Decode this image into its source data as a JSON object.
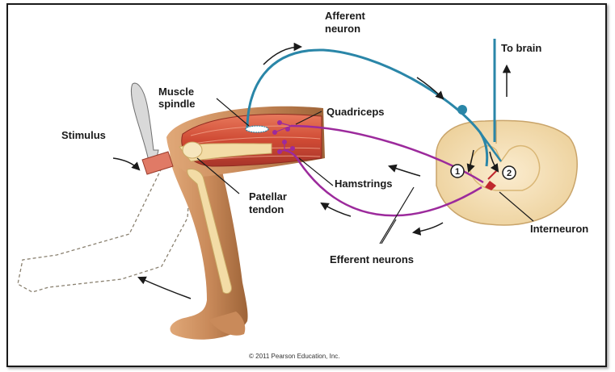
{
  "labels": {
    "afferent_line1": "Afferent",
    "afferent_line2": "neuron",
    "to_brain": "To brain",
    "muscle_spindle_line1": "Muscle",
    "muscle_spindle_line2": "spindle",
    "quadriceps": "Quadriceps",
    "stimulus": "Stimulus",
    "hamstrings": "Hamstrings",
    "patellar_line1": "Patellar",
    "patellar_line2": "tendon",
    "interneuron": "Interneuron",
    "efferent_neurons": "Efferent neurons",
    "marker_1": "1",
    "marker_2": "2",
    "copyright": "© 2011 Pearson Education, Inc."
  },
  "colors": {
    "afferent": "#2a86a8",
    "efferent": "#9c2a9c",
    "interneuron": "#c0282e",
    "muscle": "#d9553d",
    "skin": "#c98a5a",
    "bone": "#f3dca6",
    "spinal_gray": "#f6e3bd"
  }
}
